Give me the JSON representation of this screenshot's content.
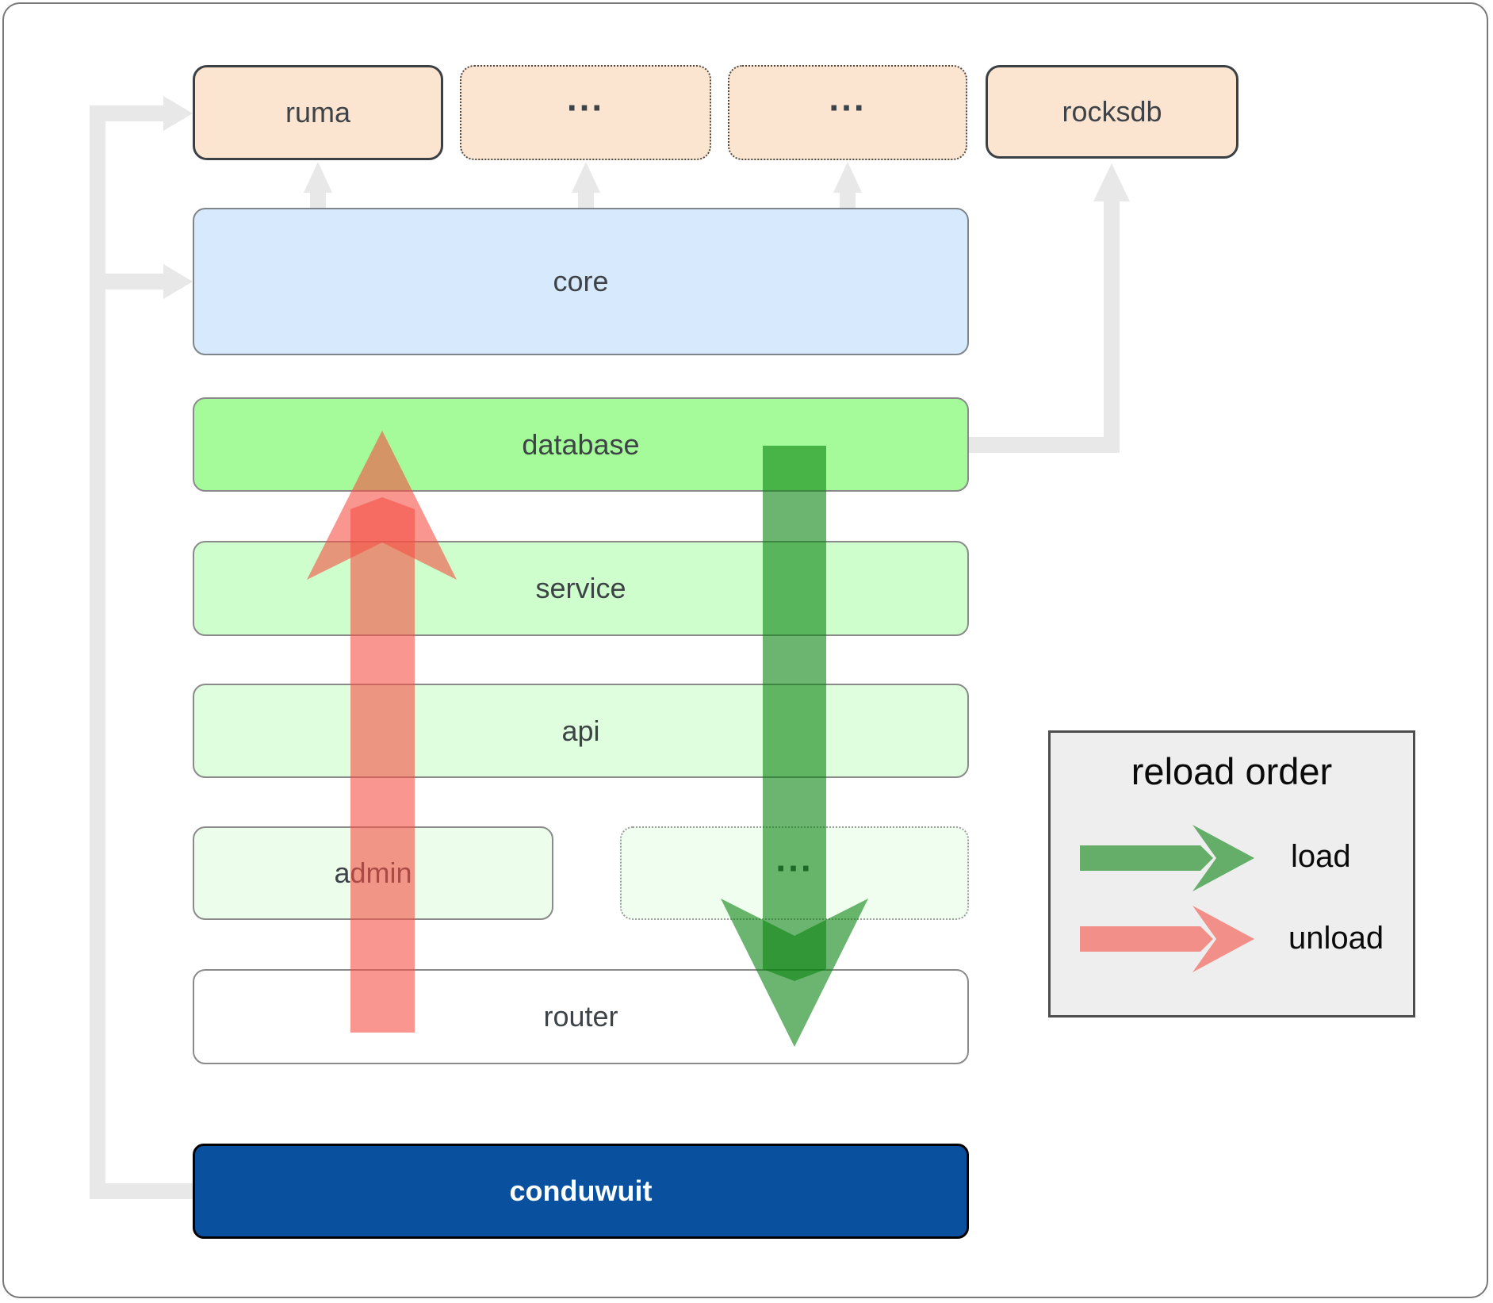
{
  "diagram": {
    "top_row": [
      {
        "label": "ruma"
      },
      {
        "label": "..."
      },
      {
        "label": "..."
      },
      {
        "label": "rocksdb"
      }
    ],
    "layers": [
      {
        "label": "core"
      },
      {
        "label": "database"
      },
      {
        "label": "service"
      },
      {
        "label": "api"
      }
    ],
    "admin_row": [
      {
        "label": "admin"
      },
      {
        "label": "..."
      }
    ],
    "router_label": "router",
    "root_label": "conduwuit"
  },
  "legend": {
    "title": "reload order",
    "items": [
      {
        "label": "load"
      },
      {
        "label": "unload"
      }
    ]
  },
  "colors": {
    "load_arrow": "rgba(10,132,16,0.6)",
    "unload_arrow": "rgba(245,80,68,0.6)",
    "connector": "#e8e8e8",
    "box_peach": "#fbe5d0",
    "box_core_blue": "#d7e9fc",
    "box_database_green": "#a5fa99",
    "box_service_green": "#cdfecb",
    "box_api_green": "#defedd",
    "box_admin_green": "#ecfdec",
    "box_router_white": "#ffffff",
    "box_root_navy": "#09509e",
    "legend_bg": "#eeeeee"
  }
}
